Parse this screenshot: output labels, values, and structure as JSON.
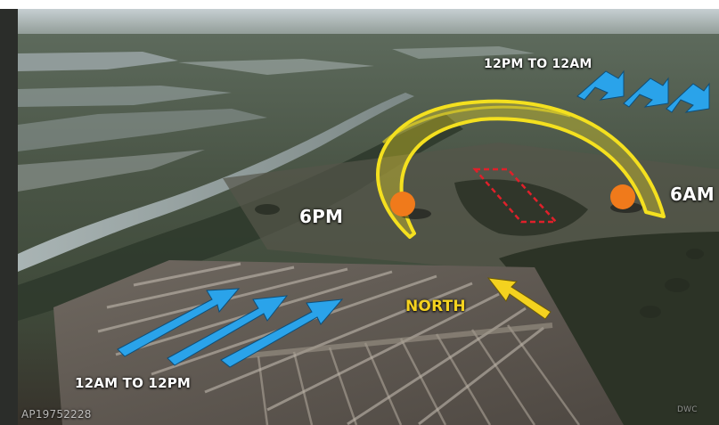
{
  "labels": {
    "night_wind": "12PM TO 12AM",
    "day_wind": "12AM TO 12PM",
    "pm": "6PM",
    "am": "6AM",
    "north": "NORTH",
    "watermark_id": "AP19752228",
    "watermark_corner": "DWC"
  },
  "colors": {
    "sun_arc": "#f4e01f",
    "sun": "#f07a1b",
    "wind_arrow": "#2aa3ea",
    "north": "#f4d21f",
    "site_outline": "#e0202a",
    "label_text": "#ffffff"
  }
}
